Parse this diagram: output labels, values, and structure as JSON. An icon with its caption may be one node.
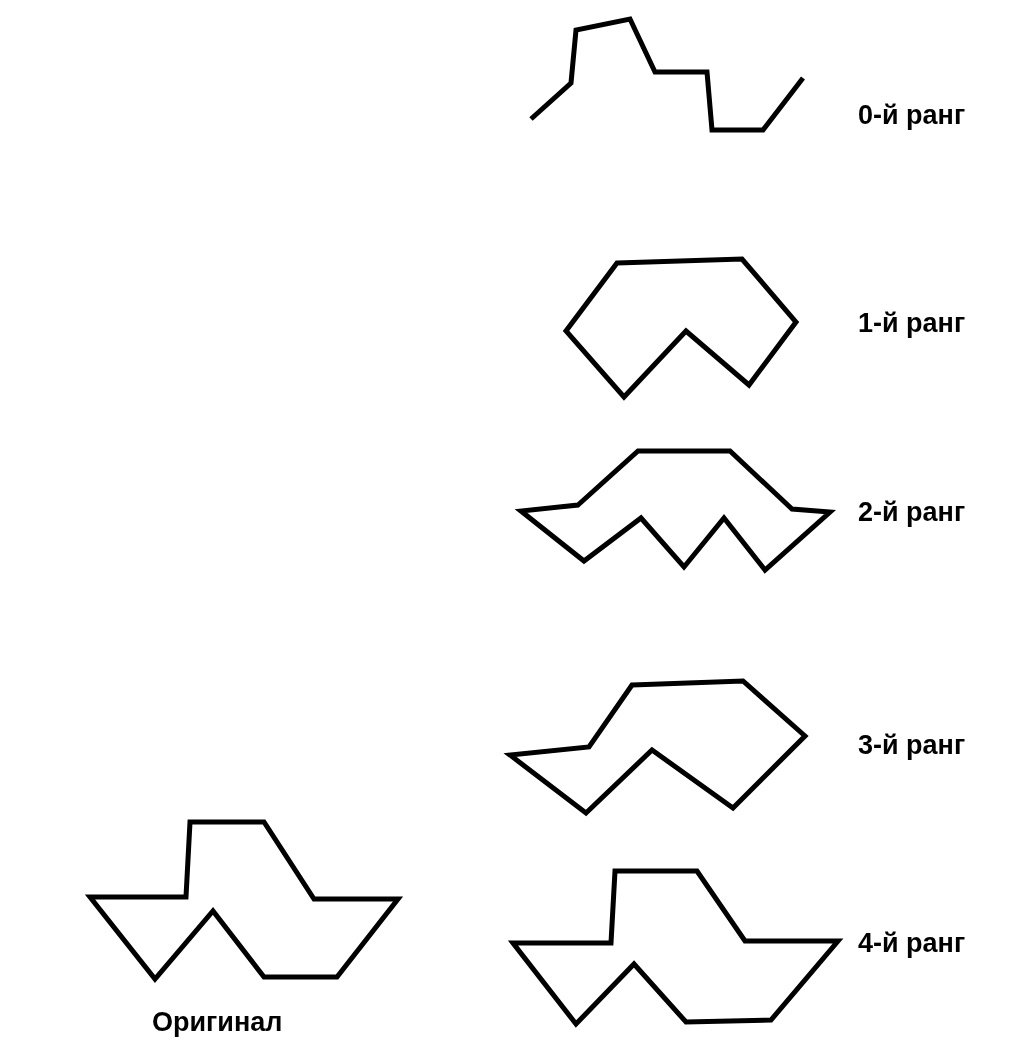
{
  "diagram": {
    "nodes": [
      {
        "text": [],
        "shape": "polyline",
        "beside": [
          "0-й ранг"
        ]
      },
      {
        "text": [],
        "shape": "polygon",
        "beside": [
          "1-й ранг"
        ]
      },
      {
        "text": [],
        "shape": "polygon",
        "beside": [
          "2-й ранг"
        ]
      },
      {
        "text": [],
        "shape": "polygon",
        "beside": [
          "3-й ранг"
        ]
      },
      {
        "text": [],
        "shape": "polygon",
        "beside": [
          "4-й ранг"
        ]
      },
      {
        "text": [],
        "shape": "polygon",
        "beside": [
          "Оригинал"
        ]
      }
    ]
  }
}
